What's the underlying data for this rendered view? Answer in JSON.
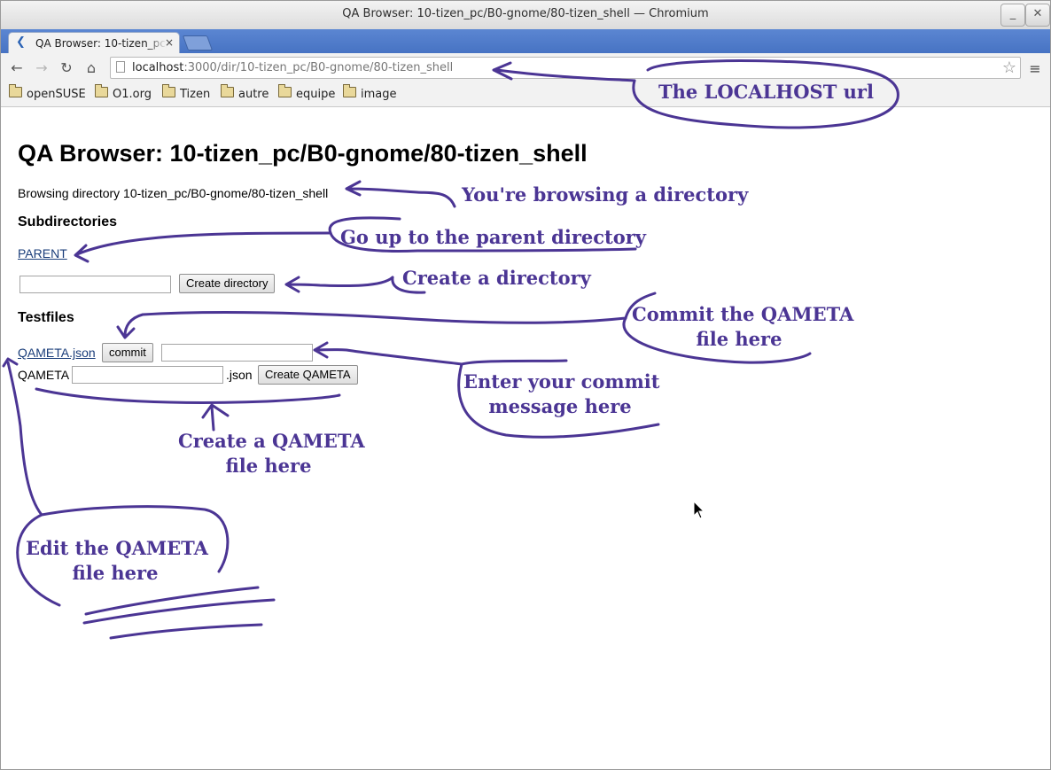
{
  "window": {
    "title": "QA Browser: 10-tizen_pc/B0-gnome/80-tizen_shell — Chromium",
    "minimize_glyph": "_",
    "close_glyph": "✕"
  },
  "tab": {
    "label": "QA Browser: 10-tizen_pc/B0-gnome/80-tizen_shell",
    "favicon": "❮",
    "close_glyph": "×"
  },
  "toolbar": {
    "back_icon": "←",
    "forward_icon": "→",
    "reload_icon": "↻",
    "home_icon": "⌂",
    "url_host": "localhost",
    "url_rest": ":3000/dir/10-tizen_pc/B0-gnome/80-tizen_shell",
    "star_icon": "☆",
    "menu_icon": "≡"
  },
  "bookmarks": [
    "openSUSE",
    "O1.org",
    "Tizen",
    "autre",
    "equipe",
    "image"
  ],
  "page": {
    "title": "QA Browser: 10-tizen_pc/B0-gnome/80-tizen_shell",
    "browse_text": "Browsing directory 10-tizen_pc/B0-gnome/80-tizen_shell",
    "subdirectories_heading": "Subdirectories",
    "parent_link": "PARENT",
    "dir_input_value": "",
    "create_directory_label": "Create directory",
    "testfiles_heading": "Testfiles",
    "qameta_file_link": "QAMETA.json",
    "commit_label": "commit",
    "commit_input_value": "",
    "qameta_prefix": "QAMETA",
    "qameta_input_value": "",
    "json_suffix": ".json",
    "create_qameta_label": "Create QAMETA"
  },
  "annotations": {
    "localhost": "The LOCALHOST url",
    "browsing": "You're browsing a directory",
    "parent": "Go up to the parent directory",
    "create_dir": "Create a directory",
    "commit_line1": "Commit the QAMETA",
    "commit_line2": "file here",
    "message_line1": "Enter your commit",
    "message_line2": "message here",
    "create_qameta_line1": "Create a QAMETA",
    "create_qameta_line2": "file here",
    "edit_line1": "Edit the QAMETA",
    "edit_line2": "file here"
  },
  "colors": {
    "annotation_ink": "#4b3594",
    "tab_strip": "#4f7bcc",
    "link": "#1a3d7a"
  }
}
